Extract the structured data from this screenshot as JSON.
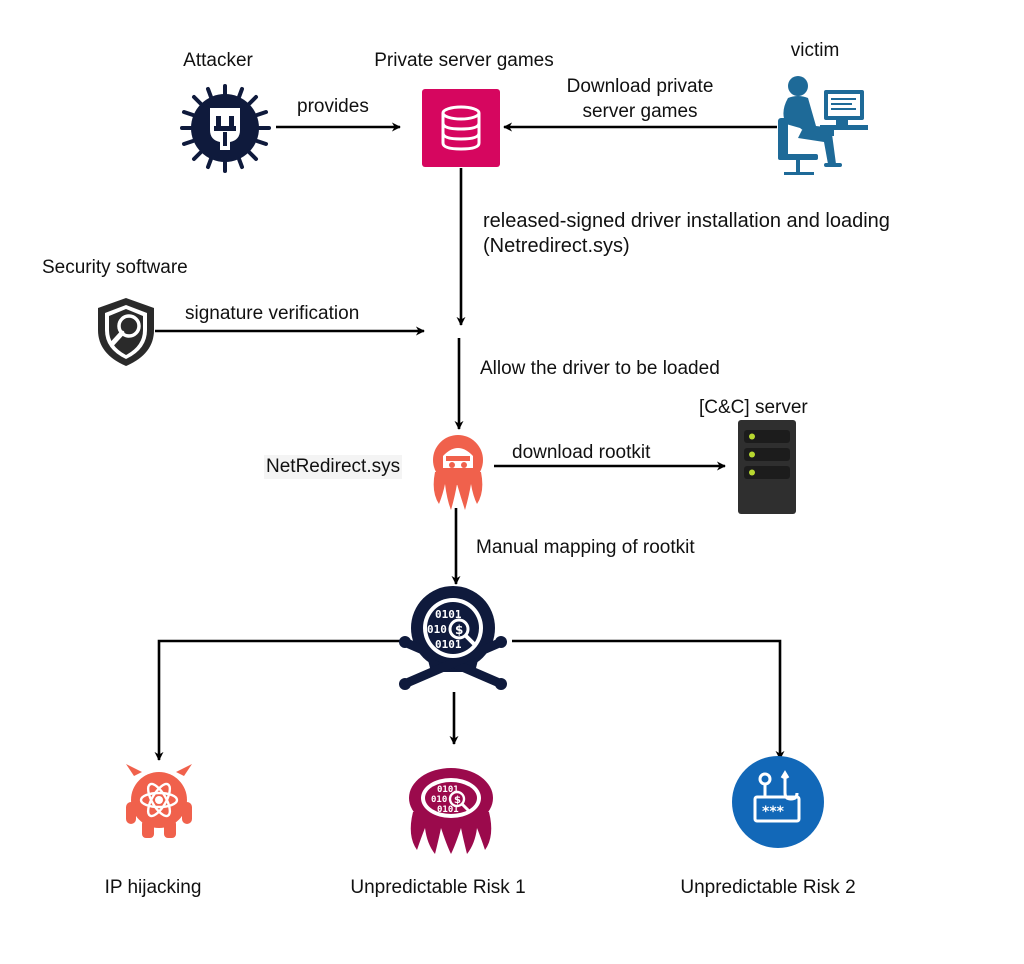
{
  "nodes": {
    "attacker": "Attacker",
    "private_games": "Private server games",
    "victim": "victim",
    "security": "Security software",
    "netredirect": "NetRedirect.sys",
    "cnc": "[C&C] server",
    "ip_hijacking": "IP hijacking",
    "risk1": "Unpredictable Risk 1",
    "risk2": "Unpredictable Risk 2"
  },
  "edges": {
    "provides": "provides",
    "download_line1": "Download private",
    "download_line2": "server games",
    "installation_line1": "released-signed driver installation and loading",
    "installation_line2": "(Netredirect.sys)",
    "signature": "signature verification",
    "allow": "Allow the driver to be loaded",
    "download_rootkit": "download rootkit",
    "manual_mapping": "Manual mapping of rootkit"
  },
  "icons": {
    "attacker": "spiky-virus-icon",
    "private_games": "database-icon",
    "victim": "person-at-computer-icon",
    "security": "shield-magnifier-icon",
    "netredirect": "hooded-hacker-octopus-icon",
    "cnc": "server-rack-icon",
    "rootkit": "skull-crossbones-binary-icon",
    "ip_hijacking": "atom-monster-icon",
    "risk1": "binary-octopus-icon",
    "risk2": "password-phishing-icon"
  },
  "colors": {
    "database": "#d6065f",
    "hacker_orange": "#f0614c",
    "risk_maroon": "#9b0a4c",
    "navy": "#0f1a3c",
    "phishing_blue": "#1268b8",
    "victim_blue": "#1e6a98",
    "server_dark": "#2f2f2f",
    "led_green": "#b8d830"
  }
}
